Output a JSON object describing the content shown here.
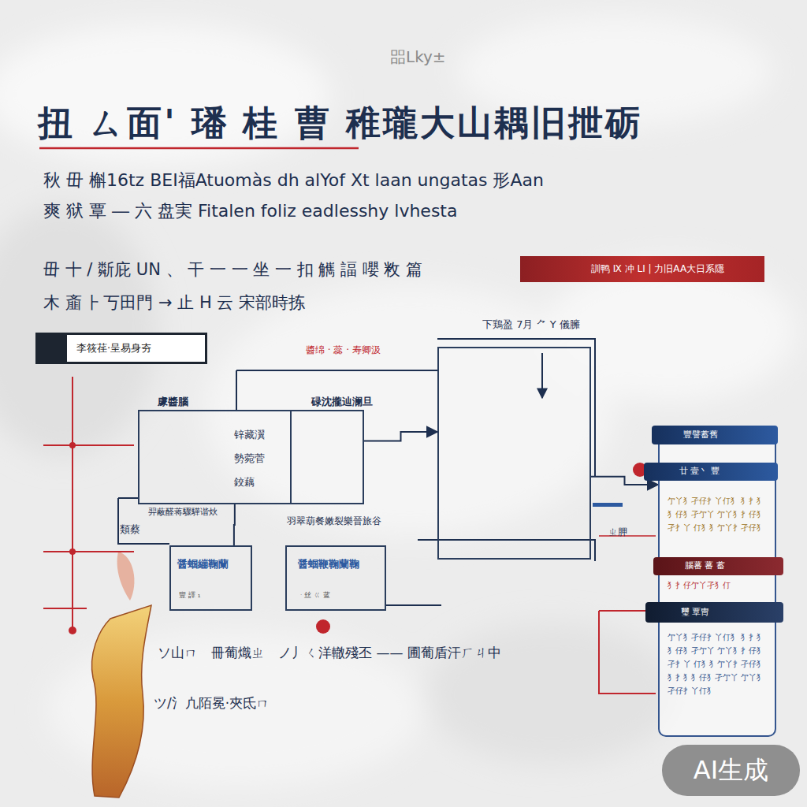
{
  "diagram": {
    "title": "扭 ㄙ面' 璠 桂 曹 稚瓏大山耦旧抴砺",
    "nodes": [
      {
        "text": [
          "李筱荏·呈易身夯"
        ]
      },
      {
        "text": [
          "訓鸭 Ⅸ 冲 LI | 力旧AA大日系隱"
        ]
      },
      {
        "text": [
          "豦醬腦",
          "锌藏瀷",
          "勢菀菅",
          "鉸藕"
        ]
      },
      {
        "text": [
          "碌沈攏辿澜旦"
        ]
      },
      {
        "text": [
          "下鶏盈 7月 ⺈ Υ 儀臃"
        ]
      },
      {
        "text": [
          "醤蝈繃鞠蘭",
          "豐 譯 ₁"
        ]
      },
      {
        "text": [
          "羽翠葫餐嫩裂樂晉旅谷",
          "醤蝈鞭鞠蘭鞠",
          "ᆞ丝 ㄍ 蓝"
        ]
      },
      {
        "text": [
          "亇丫犭孑仔扌丫仃犭 犭扌犭犭仔犭孑亇丫 亇丫犭扌仔犭孑扌丫 仃犭犭亇丫扌孑仔犭",
          "犭扌仔亇丫孑犭仃",
          "亇丫犭孑仔扌丫仃犭 犭扌犭犭仔犭孑亇丫 亇丫犭扌仔犭孑扌丫 仃犭犭亇丫扌孑仔犭 犭扌犭犭仔犭孑亇丫 亇丫犭孑仔扌丫仃犭"
        ]
      },
      {
        "text": [
          "豐譬蓄舊"
        ],
        "in": 7
      },
      {
        "text": [
          "廿 壹丶 豐"
        ],
        "in": 7
      },
      {
        "text": [
          "腦蕃 蕃 蓄"
        ],
        "in": 7
      },
      {
        "text": [
          "璽 覃冑"
        ],
        "in": 7
      }
    ],
    "edges": [
      {
        "from": 3,
        "to": 4,
        "arrow": "to"
      },
      {
        "from": 4,
        "to": 7,
        "arrow": "to"
      },
      {
        "from": 2,
        "to": 5,
        "arrow": "none"
      }
    ],
    "labels": [
      "㗊Lky±",
      "秋 毌  槲16tz BEI福Atuomàs dh alYof Ⅹt laan ungatas 形Aan",
      "爽 狱 覃 ― 六 盘実 Fitalen foliz eadlesshy lvhesta",
      "毌 十 / 斴庇 UN 、 干 一 一 坐 一 扣 觽 諨 嚶 敉 篇",
      "木 齑 ⺊丂⽥門 → 止 H 云 宋部時拣",
      "醬绵 · 蕊 · 寿卿汲",
      "類蔡",
      "ㄓ胛",
      "ソ山ㄇ　冊葡熾ㄓ　ノ丿ㄑ洋轍殘丕 ——  圃葡盾汗ㄏㄐ中",
      "ツ/氵凣陌冕·夾氐ㄇ",
      "AI生成",
      "羿蔽醛蒋驟驊谐炏"
    ]
  }
}
